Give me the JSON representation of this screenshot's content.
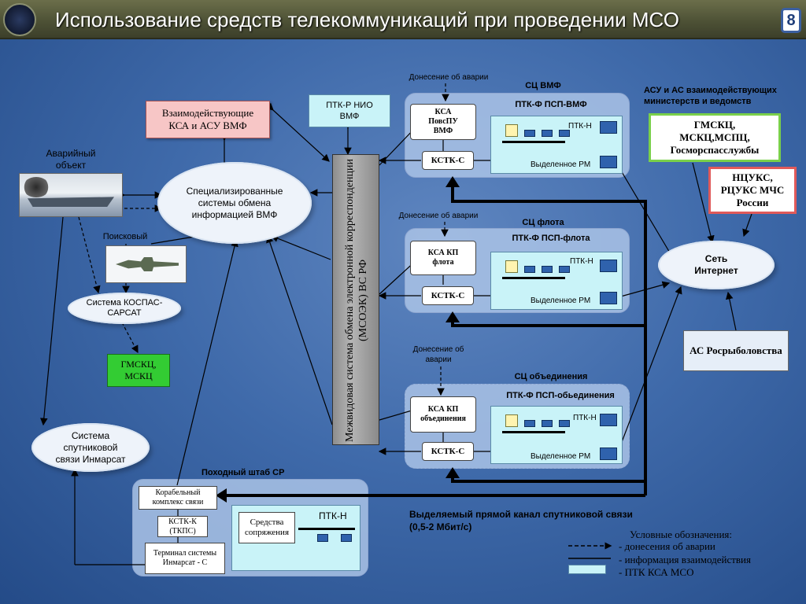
{
  "header": {
    "title": "Использование средств телекоммуникаций при проведении МСО",
    "page_number": "8",
    "emblem_icon": "navy-emblem-icon"
  },
  "left": {
    "interacting_ksa": "Взаимодействующие КСА и АСУ ВМФ",
    "emergency_object": "Аварийный объект",
    "specialized_systems": "Специализированные системы обмена информацией ВМФ",
    "search_plane": "Поисковый самолет",
    "kospas": "Система КОСПАС-САРСАТ",
    "gmsk_msk": "ГМСКЦ, МСКЦ",
    "inmarsat": "Система спутниковой связи Инмарсат"
  },
  "center": {
    "ptk_r": "ПТК-Р НИО ВМФ",
    "msoek": "Межвидовая система обмена электронной корреспонденции (МСОЭК) ВС РФ"
  },
  "sc_vmf": {
    "report": "Донесение об аварии",
    "title": "СЦ ВМФ",
    "ptk_f": "ПТК-Ф ПСП-ВМФ",
    "ksa": "КСА ПовсПУ ВМФ",
    "kstk": "КСТК-С",
    "ptk_n": "ПТК-Н",
    "rm": "Выделенное РМ"
  },
  "sc_flota": {
    "report": "Донесение об аварии",
    "title": "СЦ флота",
    "ptk_f": "ПТК-Ф ПСП-флота",
    "ksa": "КСА КП флота",
    "kstk": "КСТК-С",
    "ptk_n": "ПТК-Н",
    "rm": "Выделенное РМ"
  },
  "sc_obed": {
    "report": "Донесение об аварии",
    "title": "СЦ объединения",
    "ptk_f": "ПТК-Ф ПСП-обьединения",
    "ksa": "КСА КП объединения",
    "kstk": "КСТК-С",
    "ptk_n": "ПТК-Н",
    "rm": "Выделенное РМ"
  },
  "hq": {
    "title": "Походный штаб СР",
    "ship_complex": "Корабельный комплекс связи",
    "kstk_k": "КСТК-К (ТКПС)",
    "terminal": "Терминал системы Инмарсат - С",
    "means": "Средства сопряжения",
    "ptk_n": "ПТК-Н"
  },
  "right": {
    "asu_title": "АСУ и АС взаимодействующих министерств и ведомств",
    "gmsk": "ГМСКЦ, МСКЦ,МСПЦ, Госморспасслужбы",
    "ncuks": "НЦУКС, РЦУКС МЧС России",
    "internet": "Сеть Интернет",
    "ros": "АС Росрыболовства"
  },
  "channel": "Выделяемый прямой канал спутниковой связи (0,5-2 Мбит/с)",
  "legend": {
    "title": "Условные обозначения:",
    "dashed": "- донесения об аварии",
    "solid": "- информация взаимодействия",
    "box": "- ПТК КСА МСО"
  },
  "colors": {
    "interacting_box": "#f7c6c6",
    "green_box": "#33cc33",
    "ptk_fill": "#c9f3f8"
  }
}
